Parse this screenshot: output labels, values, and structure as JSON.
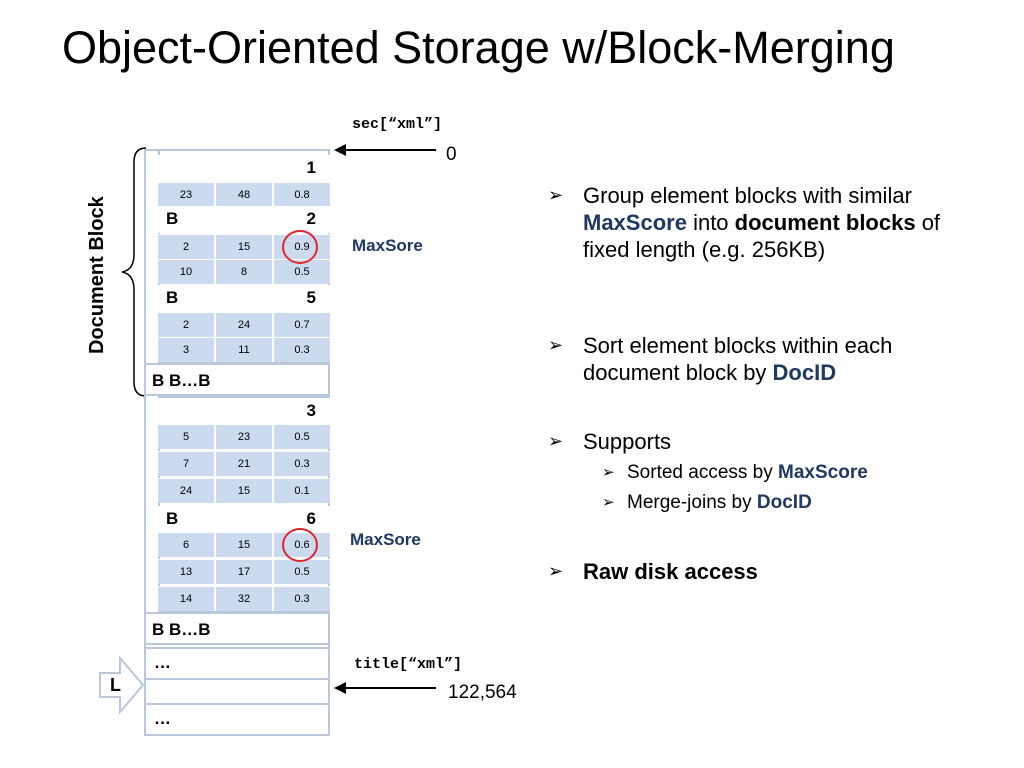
{
  "title": "Object-Oriented Storage w/Block-Merging",
  "labels": {
    "document_block": "Document Block",
    "sec_xml": "sec[“xml”]",
    "sec_offset": "0",
    "title_xml": "title[“xml”]",
    "title_offset": "122,564",
    "maxsore_1": "MaxSore",
    "maxsore_2": "MaxSore",
    "l_marker": "L"
  },
  "blocks": [
    {
      "b": "",
      "n": "1",
      "rows": [
        [
          "23",
          "48",
          "0.8"
        ]
      ]
    },
    {
      "b": "B",
      "n": "2",
      "rows": [
        [
          "2",
          "15",
          "0.9"
        ],
        [
          "10",
          "8",
          "0.5"
        ]
      ]
    },
    {
      "b": "B",
      "n": "5",
      "rows": [
        [
          "2",
          "24",
          "0.7"
        ],
        [
          "3",
          "11",
          "0.3"
        ]
      ]
    },
    {
      "b": "",
      "n": "3",
      "rows": [
        [
          "5",
          "23",
          "0.5"
        ],
        [
          "7",
          "21",
          "0.3"
        ],
        [
          "24",
          "15",
          "0.1"
        ]
      ]
    },
    {
      "b": "B",
      "n": "6",
      "rows": [
        [
          "6",
          "15",
          "0.6"
        ],
        [
          "13",
          "17",
          "0.5"
        ],
        [
          "14",
          "32",
          "0.3"
        ]
      ]
    }
  ],
  "bb_labels": [
    "B B…B",
    "B B…B"
  ],
  "dots": [
    "…",
    "…"
  ],
  "bullets": {
    "b1": {
      "pre": "Group element blocks with similar ",
      "acc": "MaxScore",
      "mid": " into ",
      "bold": "document blocks",
      "post": " of fixed length (e.g. 256KB)"
    },
    "b2": {
      "pre": "Sort element blocks within each document block by ",
      "acc": "DocID"
    },
    "b3": {
      "text": "Supports"
    },
    "b3a": {
      "pre": "Sorted access by ",
      "acc": "MaxScore"
    },
    "b3b": {
      "pre": "Merge-joins by ",
      "acc": "DocID"
    },
    "b4": {
      "bold": "Raw disk access"
    }
  },
  "colors": {
    "accent": "#1f3864",
    "cell": "#cbdaee",
    "border": "#b8c7da",
    "circle": "#e0262b"
  }
}
